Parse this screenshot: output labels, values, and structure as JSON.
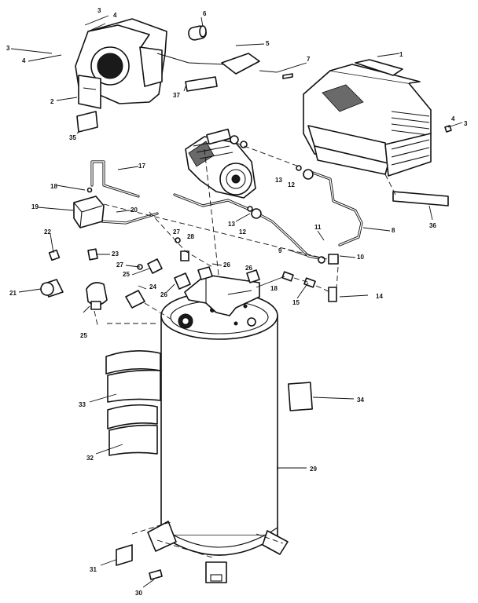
{
  "callouts": [
    {
      "id": "c3a",
      "label": "3"
    },
    {
      "id": "c4a",
      "label": "4"
    },
    {
      "id": "c3b",
      "label": "3"
    },
    {
      "id": "c4b",
      "label": "4"
    },
    {
      "id": "c6",
      "label": "6"
    },
    {
      "id": "c5",
      "label": "5"
    },
    {
      "id": "c7",
      "label": "7"
    },
    {
      "id": "c1",
      "label": "1"
    },
    {
      "id": "c2",
      "label": "2"
    },
    {
      "id": "c37",
      "label": "37"
    },
    {
      "id": "c35",
      "label": "35"
    },
    {
      "id": "c4c",
      "label": "4"
    },
    {
      "id": "c3c",
      "label": "3"
    },
    {
      "id": "c17",
      "label": "17"
    },
    {
      "id": "c13a",
      "label": "13"
    },
    {
      "id": "c12a",
      "label": "12"
    },
    {
      "id": "c18a",
      "label": "18"
    },
    {
      "id": "c19",
      "label": "19"
    },
    {
      "id": "c20",
      "label": "20"
    },
    {
      "id": "c36",
      "label": "36"
    },
    {
      "id": "c13b",
      "label": "13"
    },
    {
      "id": "c12b",
      "label": "12"
    },
    {
      "id": "c8",
      "label": "8"
    },
    {
      "id": "c11",
      "label": "11"
    },
    {
      "id": "c22",
      "label": "22"
    },
    {
      "id": "c27a",
      "label": "27"
    },
    {
      "id": "c28",
      "label": "28"
    },
    {
      "id": "c23",
      "label": "23"
    },
    {
      "id": "c9",
      "label": "9"
    },
    {
      "id": "c10",
      "label": "10"
    },
    {
      "id": "c27b",
      "label": "27"
    },
    {
      "id": "c26a",
      "label": "26"
    },
    {
      "id": "c25a",
      "label": "25"
    },
    {
      "id": "c26b",
      "label": "26"
    },
    {
      "id": "c24",
      "label": "24"
    },
    {
      "id": "c21",
      "label": "21"
    },
    {
      "id": "c26c",
      "label": "26"
    },
    {
      "id": "c18b",
      "label": "18"
    },
    {
      "id": "c15",
      "label": "15"
    },
    {
      "id": "c14",
      "label": "14"
    },
    {
      "id": "c25b",
      "label": "25"
    },
    {
      "id": "c33",
      "label": "33"
    },
    {
      "id": "c34",
      "label": "34"
    },
    {
      "id": "c32",
      "label": "32"
    },
    {
      "id": "c29",
      "label": "29"
    },
    {
      "id": "c31",
      "label": "31"
    },
    {
      "id": "c30",
      "label": "30"
    }
  ]
}
